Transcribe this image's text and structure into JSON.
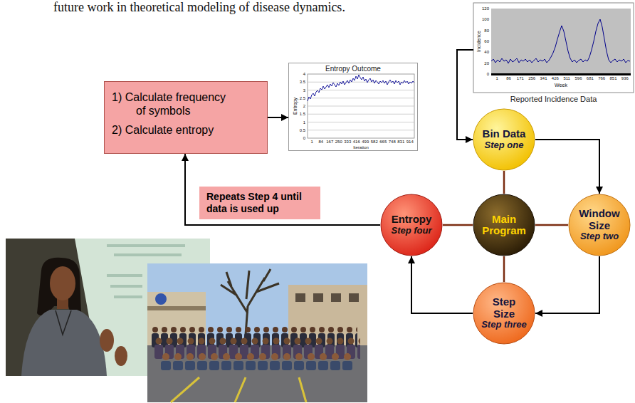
{
  "diagram": {
    "nodes": [
      {
        "text": [
          "1) Calculate frequency of symbols",
          "2) Calculate entropy"
        ]
      },
      {
        "text": [
          "Entropy Outcome"
        ]
      },
      {
        "text": [
          "Reported Incidence Data"
        ]
      },
      {
        "text": [
          "Bin Data",
          "Step one"
        ]
      },
      {
        "text": [
          "Repeats Step 4 until data is used up"
        ]
      },
      {
        "text": [
          "Entropy",
          "Step four"
        ]
      },
      {
        "text": [
          "Main Program"
        ]
      },
      {
        "text": [
          "Window Size",
          "Step two"
        ]
      },
      {
        "text": [
          "Step Size",
          "Step three"
        ]
      }
    ],
    "edges": [
      {
        "from": 0,
        "to": 1,
        "arrow": "to"
      },
      {
        "from": 2,
        "to": 3,
        "arrow": "to"
      },
      {
        "from": 3,
        "to": 7,
        "arrow": "to"
      },
      {
        "from": 7,
        "to": 8,
        "arrow": "to"
      },
      {
        "from": 8,
        "to": 5,
        "arrow": "to"
      },
      {
        "from": 5,
        "to": 0,
        "arrow": "to"
      },
      {
        "from": 6,
        "to": 3,
        "arrow": "none"
      },
      {
        "from": 6,
        "to": 7,
        "arrow": "none"
      },
      {
        "from": 6,
        "to": 8,
        "arrow": "none"
      },
      {
        "from": 6,
        "to": 5,
        "arrow": "none"
      }
    ],
    "labels": [
      "future work in theoretical modeling of disease dynamics.",
      "Entropy",
      "Iteration",
      "0",
      "0.5",
      "1",
      "1.5",
      "2",
      "2.5",
      "3",
      "3.5",
      "4",
      "1",
      "84",
      "167",
      "250",
      "333",
      "416",
      "499",
      "582",
      "665",
      "748",
      "831",
      "914",
      "Incidence",
      "Week",
      "0",
      "20",
      "40",
      "60",
      "80",
      "100",
      "120",
      "1",
      "86",
      "171",
      "256",
      "341",
      "426",
      "511",
      "596",
      "681",
      "766",
      "851",
      "936"
    ]
  }
}
